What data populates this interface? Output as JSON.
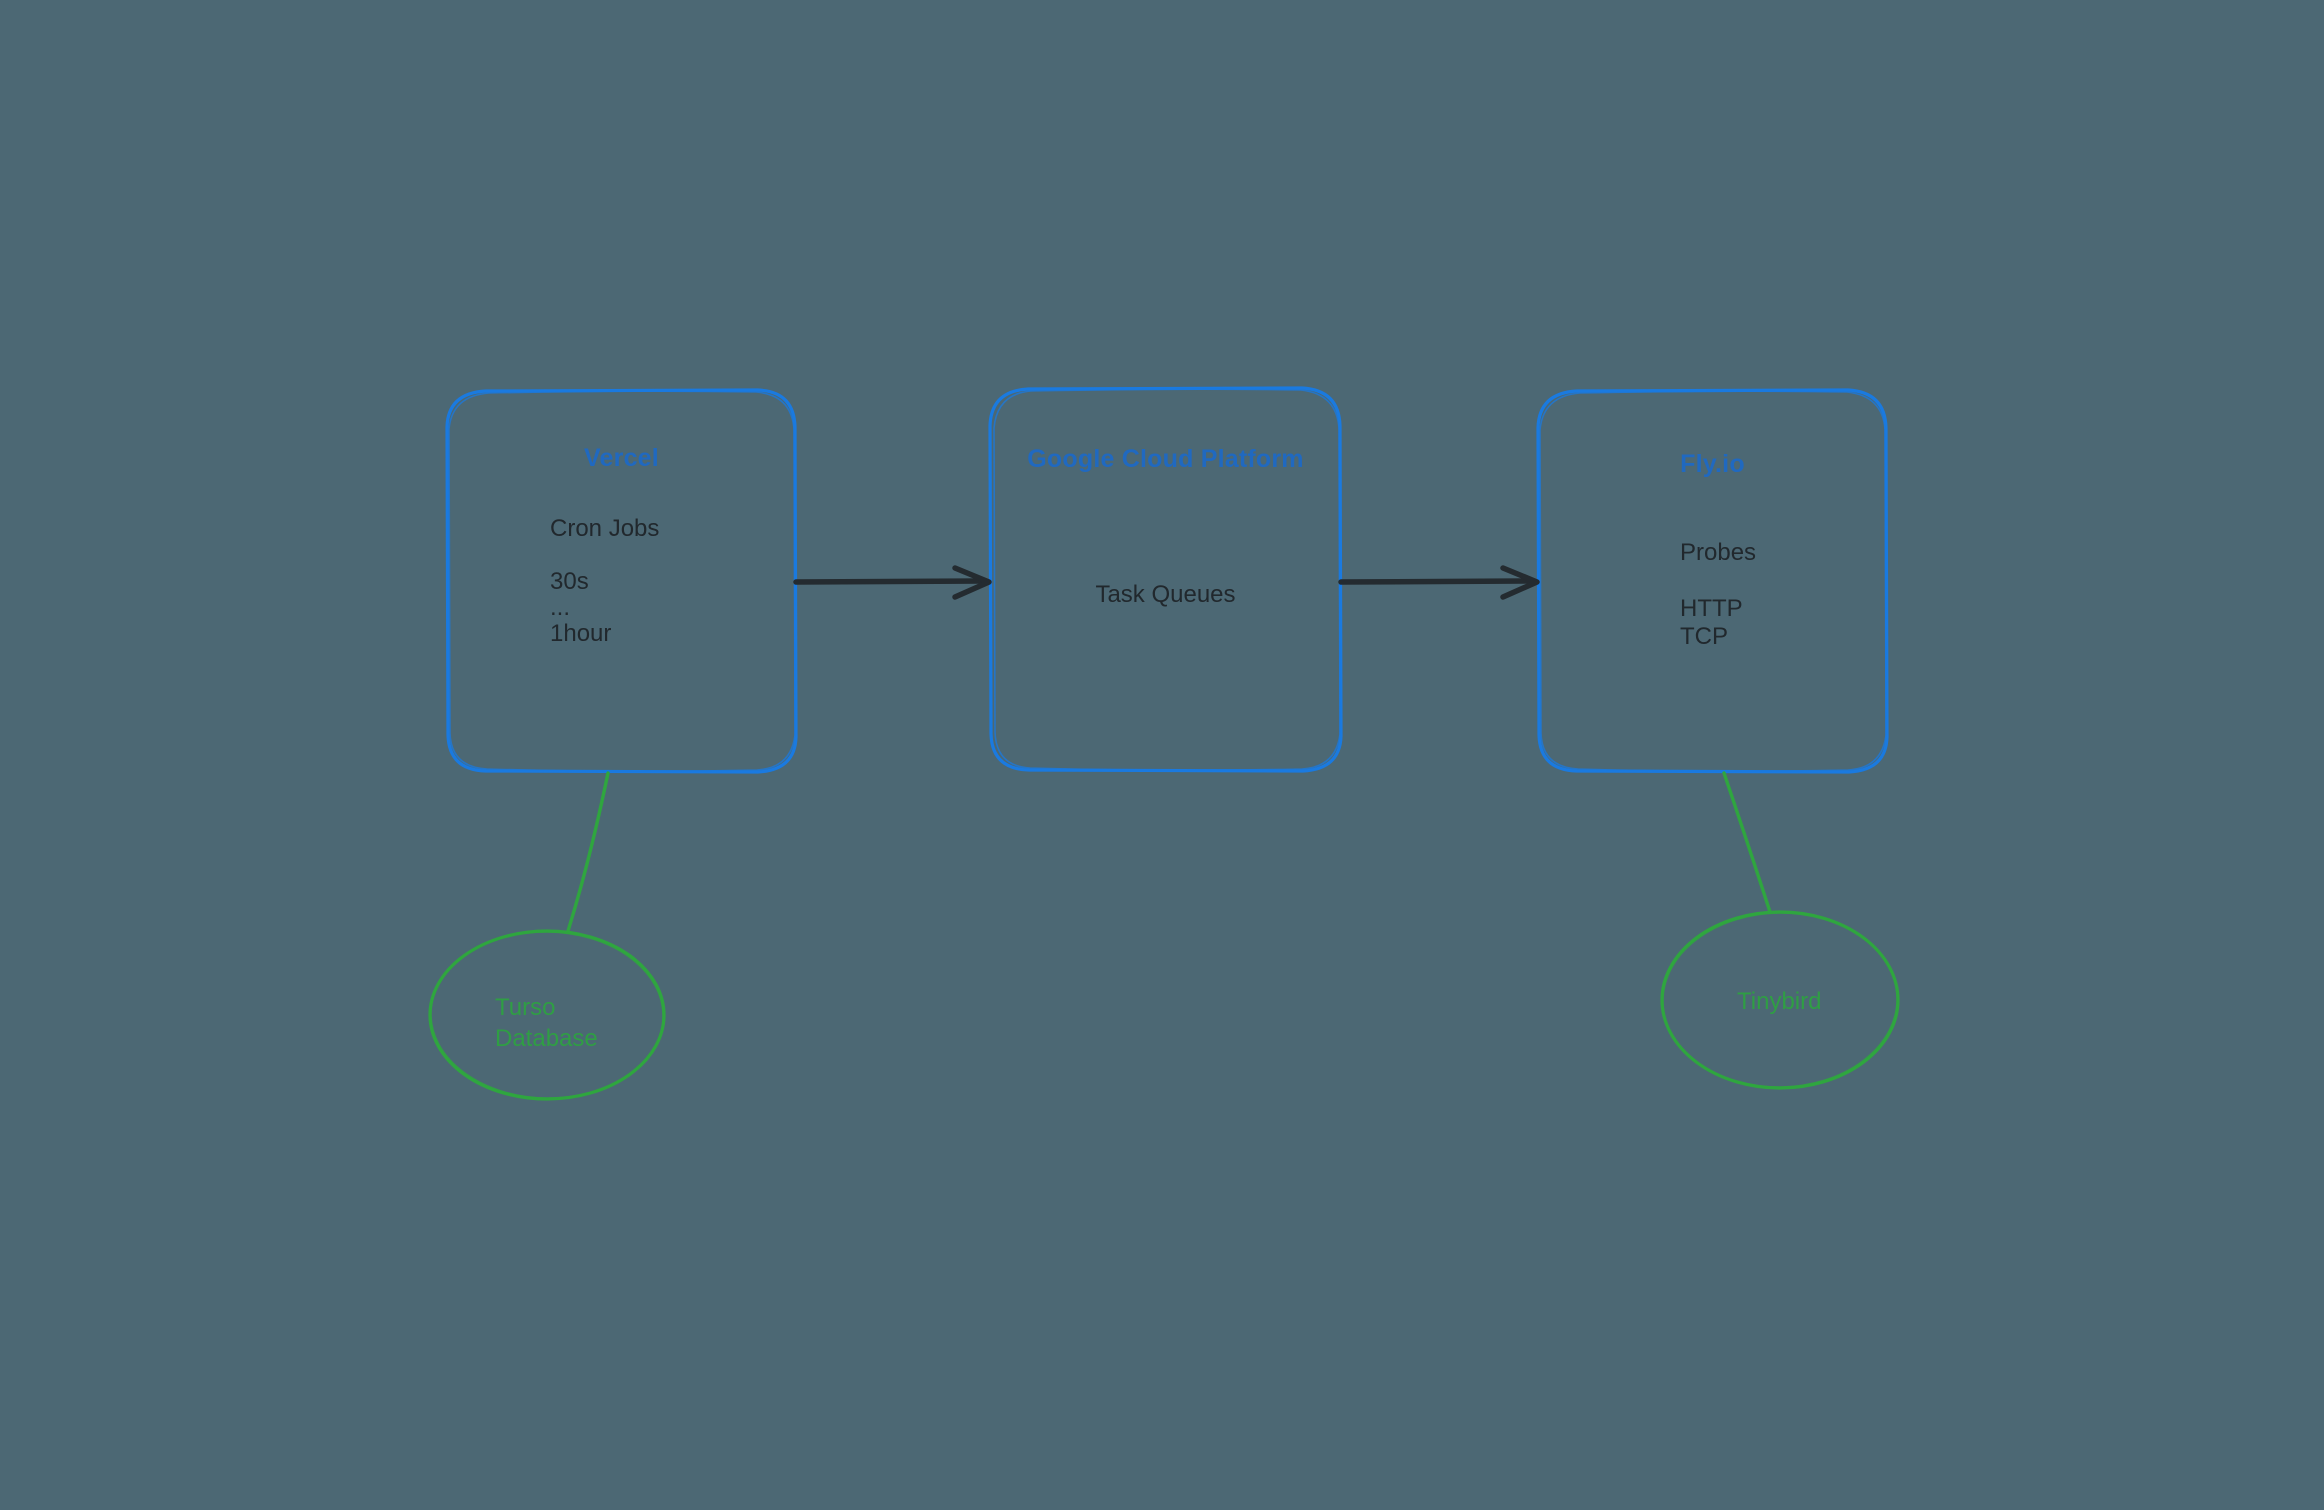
{
  "diagram": {
    "background_color": "#4c6874",
    "box_border_color": "#1a7ae0",
    "box_title_color": "#2069c0",
    "box_text_color": "#21282d",
    "ellipse_color": "#2f9e44",
    "arrow_color": "#242b30",
    "boxes": [
      {
        "id": "vercel",
        "title": "Vercel",
        "lines": [
          "Cron Jobs",
          "30s",
          "...",
          "1hour"
        ]
      },
      {
        "id": "gcp",
        "title": "Google Cloud Platform",
        "lines": [
          "Task Queues"
        ]
      },
      {
        "id": "flyio",
        "title": "Fly.io",
        "lines": [
          "Probes",
          "HTTP",
          "TCP"
        ]
      }
    ],
    "ellipses": [
      {
        "id": "turso",
        "label": "Turso\nDatabase"
      },
      {
        "id": "tinybird",
        "label": "Tinybird"
      }
    ]
  }
}
